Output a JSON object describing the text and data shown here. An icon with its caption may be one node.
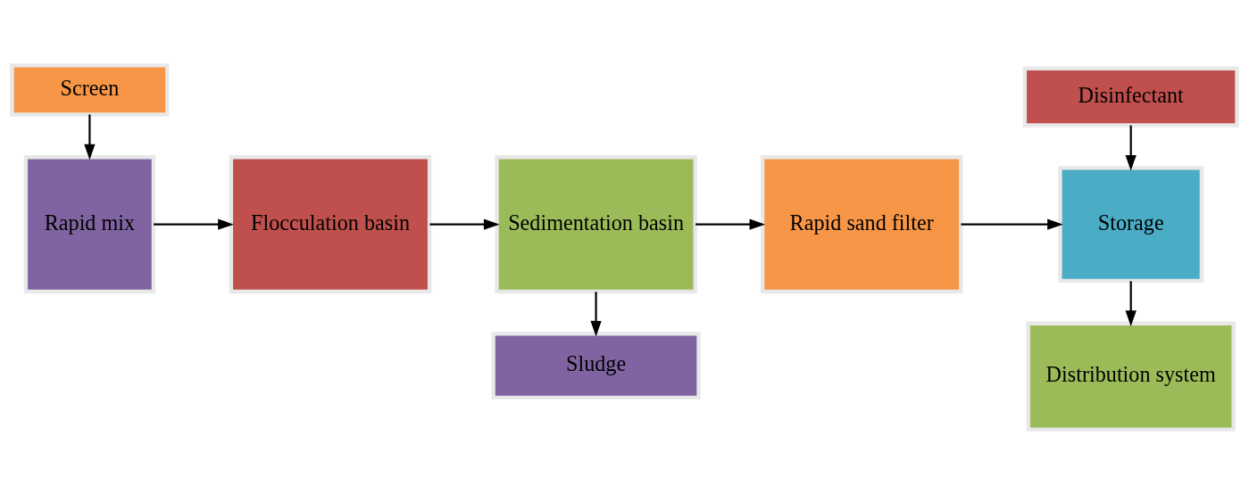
{
  "diagram": {
    "nodes": [
      {
        "text": [
          "Screen"
        ]
      },
      {
        "text": [
          "Rapid mix"
        ]
      },
      {
        "text": [
          "Flocculation basin"
        ]
      },
      {
        "text": [
          "Sedimentation basin"
        ]
      },
      {
        "text": [
          "Sludge"
        ]
      },
      {
        "text": [
          "Rapid sand filter"
        ]
      },
      {
        "text": [
          "Disinfectant"
        ]
      },
      {
        "text": [
          "Storage"
        ]
      },
      {
        "text": [
          "Distribution system"
        ]
      }
    ],
    "edges": [
      {
        "from": 0,
        "to": 1,
        "arrow": "to"
      },
      {
        "from": 1,
        "to": 2,
        "arrow": "to"
      },
      {
        "from": 2,
        "to": 3,
        "arrow": "to"
      },
      {
        "from": 3,
        "to": 4,
        "arrow": "to"
      },
      {
        "from": 3,
        "to": 5,
        "arrow": "to"
      },
      {
        "from": 5,
        "to": 7,
        "arrow": "to"
      },
      {
        "from": 6,
        "to": 7,
        "arrow": "to"
      },
      {
        "from": 7,
        "to": 8,
        "arrow": "to"
      }
    ]
  }
}
